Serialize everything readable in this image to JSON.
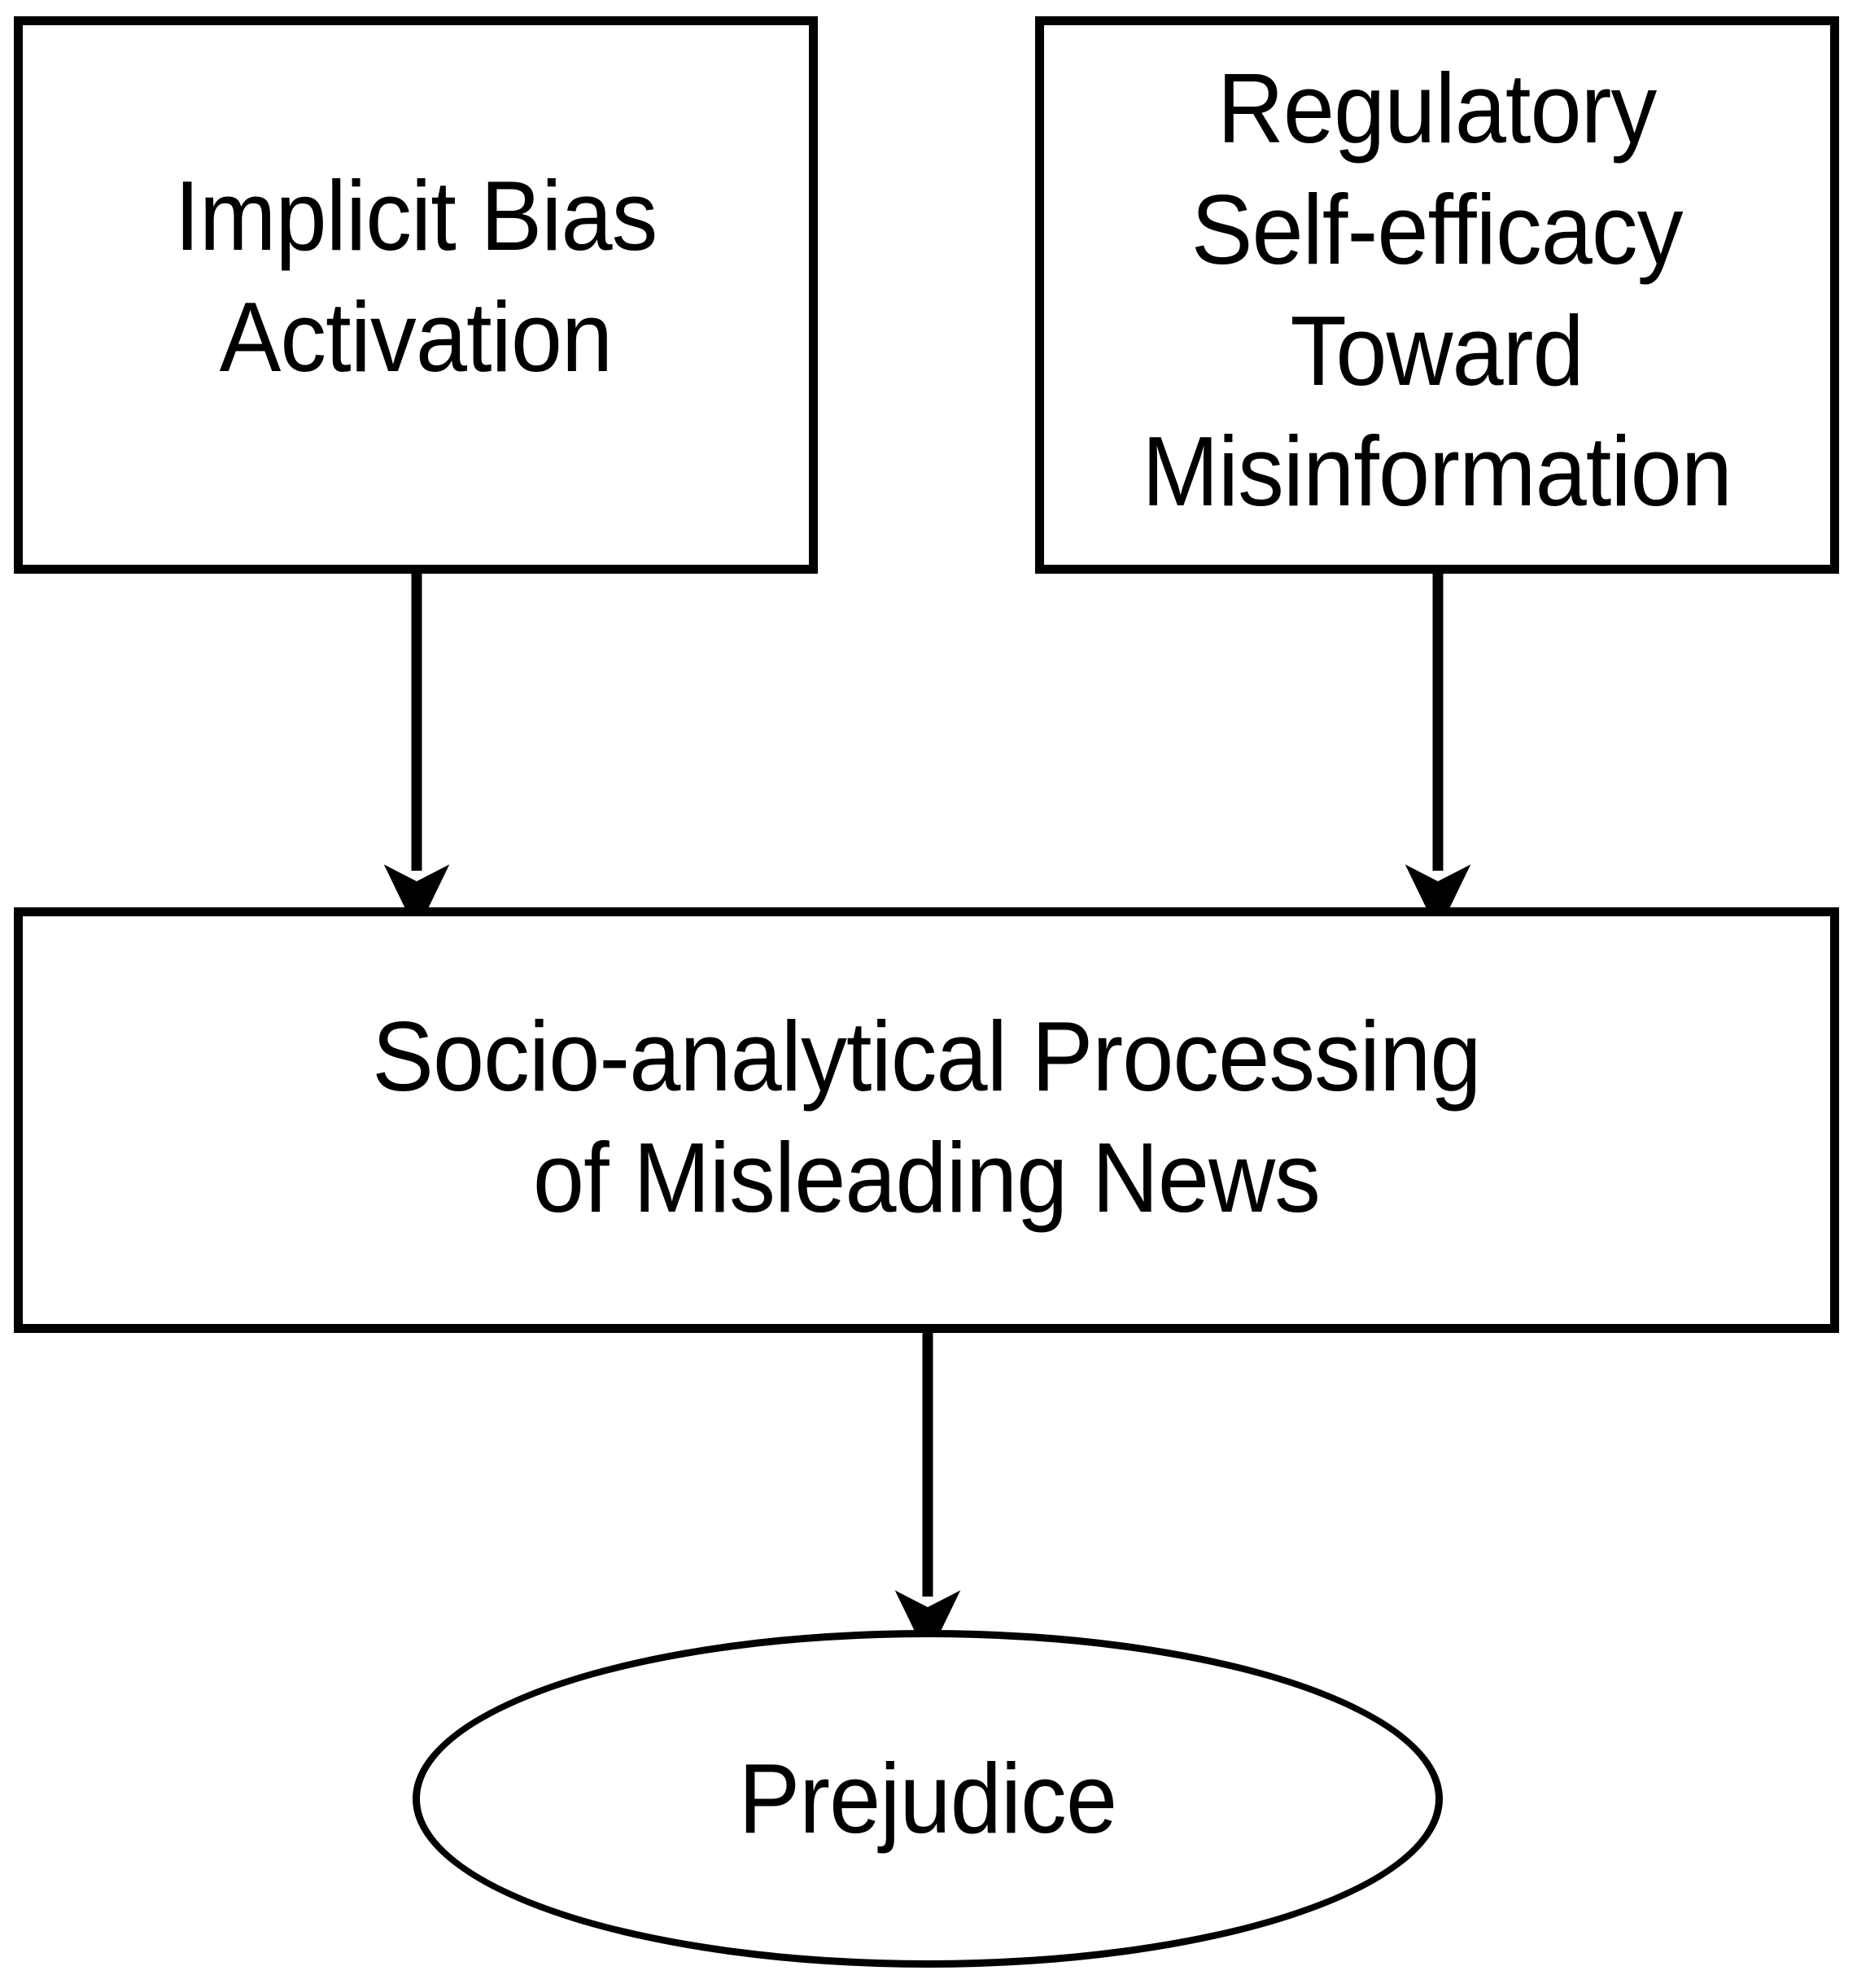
{
  "diagram": {
    "type": "flowchart",
    "background_color": "#ffffff",
    "stroke_color": "#000000",
    "nodes": [
      {
        "id": "implicit_bias",
        "shape": "rectangle",
        "label": "Implicit Bias\nActivation"
      },
      {
        "id": "regulatory_self_efficacy",
        "shape": "rectangle",
        "label": "Regulatory\nSelf-efficacy\nToward\nMisinformation"
      },
      {
        "id": "socio_analytical",
        "shape": "rectangle",
        "label": "Socio-analytical Processing\nof Misleading News"
      },
      {
        "id": "prejudice",
        "shape": "ellipse",
        "label": "Prejudice"
      }
    ],
    "edges": [
      {
        "id": "edge_implicit_to_socio",
        "from": "implicit_bias",
        "to": "socio_analytical",
        "arrow": "down"
      },
      {
        "id": "edge_regulatory_to_socio",
        "from": "regulatory_self_efficacy",
        "to": "socio_analytical",
        "arrow": "down"
      },
      {
        "id": "edge_socio_to_prejudice",
        "from": "socio_analytical",
        "to": "prejudice",
        "arrow": "down"
      }
    ]
  }
}
